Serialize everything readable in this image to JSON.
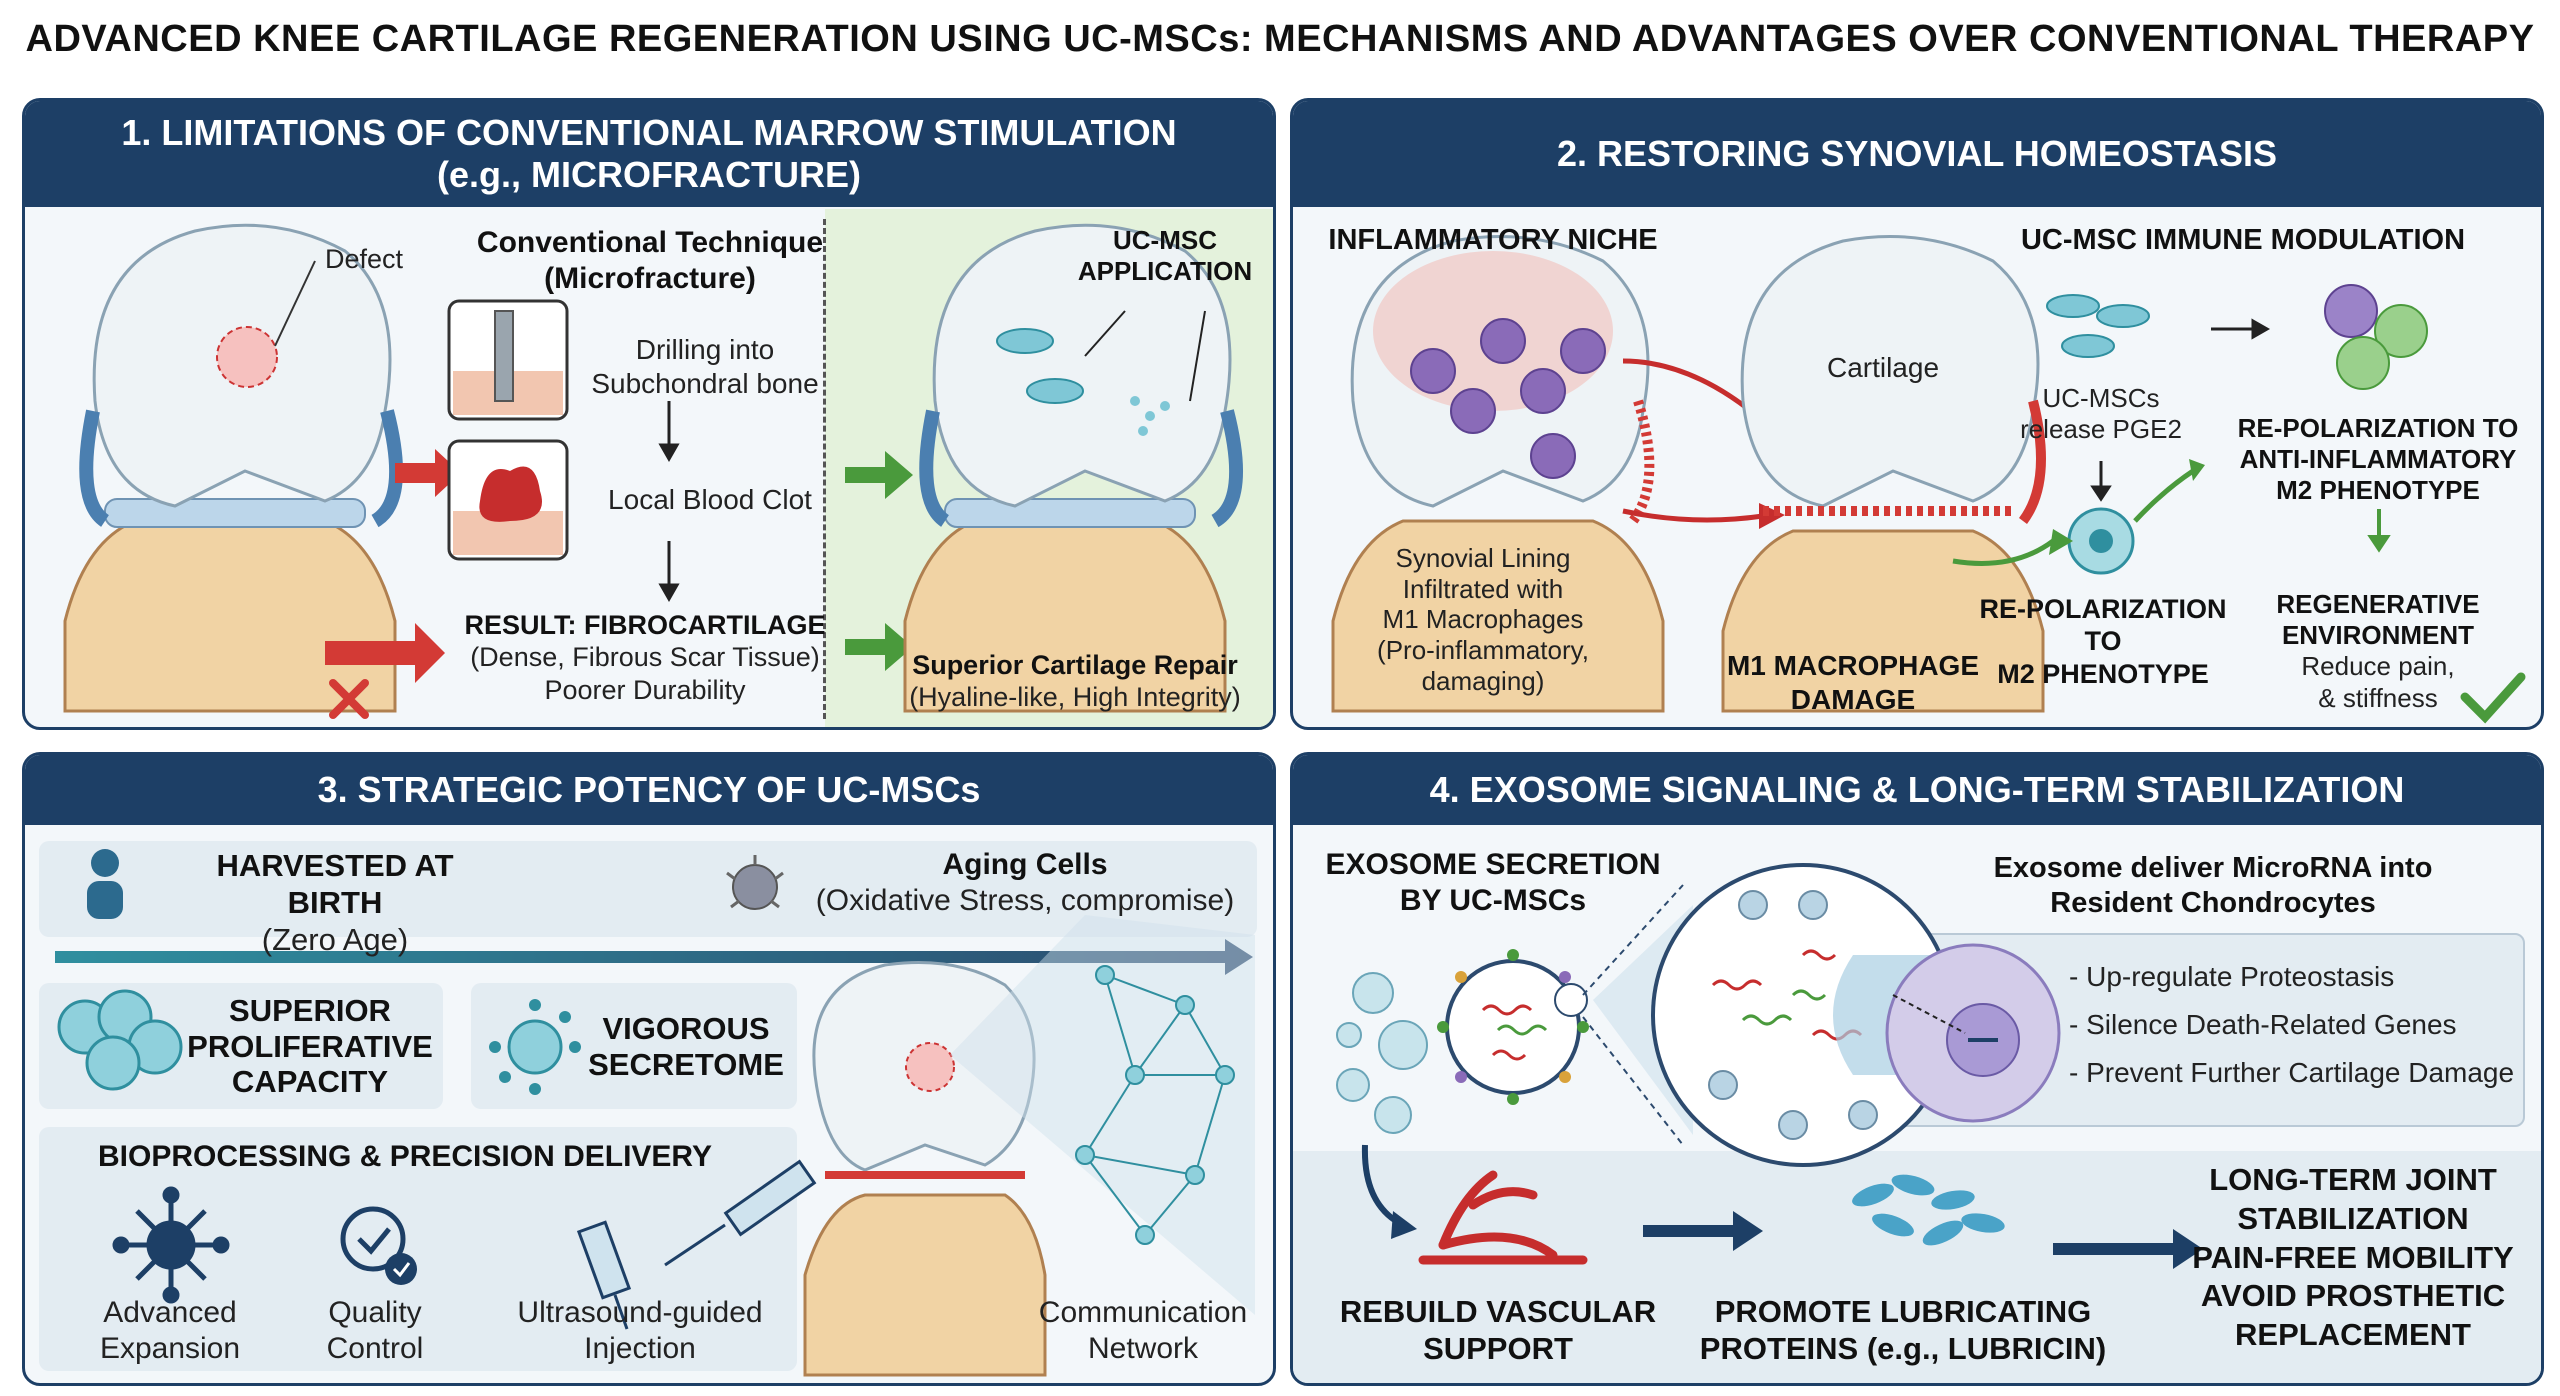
{
  "title": "ADVANCED KNEE CARTILAGE REGENERATION USING UC-MSCs: MECHANISMS AND ADVANTAGES OVER CONVENTIONAL THERAPY",
  "p1": {
    "title1": "1. LIMITATIONS OF CONVENTIONAL MARROW STIMULATION",
    "title2": "(e.g., MICROFRACTURE)",
    "defect": "Defect",
    "technique1": "Conventional Technique",
    "technique2": "(Microfracture)",
    "drill1": "Drilling into",
    "drill2": "Subchondral bone",
    "clot": "Local Blood Clot",
    "result1": "RESULT: FIBROCARTILAGE",
    "result2": "(Dense, Fibrous Scar Tissue)",
    "result3": "Poorer Durability",
    "app1": "UC-MSC",
    "app2": "APPLICATION",
    "superior1": "Superior Cartilage Repair",
    "superior2": "(Hyaline-like, High Integrity)"
  },
  "p2": {
    "title": "2. RESTORING SYNOVIAL HOMEOSTASIS",
    "niche": "INFLAMMATORY NICHE",
    "immune": "UC-MSC IMMUNE MODULATION",
    "cartilage": "Cartilage",
    "synovial": [
      "Synovial Lining",
      "Infiltrated with",
      "M1 Macrophages",
      "(Pro-inflammatory,",
      "damaging)"
    ],
    "m1a": "M1 MACROPHAGE",
    "m1b": "DAMAGE",
    "pge1": "UC-MSCs",
    "pge2": "release PGE2",
    "repol1": "RE-POLARIZATION",
    "repol2": "TO",
    "repol3": "M2 PHENOTYPE",
    "anti1": "RE-POLARIZATION TO",
    "anti2": "ANTI-INFLAMMATORY",
    "anti3": "M2 PHENOTYPE",
    "regen1": "REGENERATIVE",
    "regen2": "ENVIRONMENT",
    "regen3": "Reduce pain,",
    "regen4": "& stiffness"
  },
  "p3": {
    "title": "3. STRATEGIC POTENCY OF UC-MSCs",
    "birth1": "HARVESTED AT BIRTH",
    "birth2": "(Zero Age)",
    "aging1": "Aging Cells",
    "aging2": "(Oxidative Stress, compromise)",
    "prolif": [
      "SUPERIOR",
      "PROLIFERATIVE",
      "CAPACITY"
    ],
    "secret": [
      "VIGOROUS",
      "SECRETOME"
    ],
    "bio": "BIOPROCESSING & PRECISION DELIVERY",
    "adv1": "Advanced",
    "adv2": "Expansion",
    "qc1": "Quality",
    "qc2": "Control",
    "inj1": "Ultrasound-guided",
    "inj2": "Injection",
    "com1": "Communication",
    "com2": "Network"
  },
  "p4": {
    "title": "4. EXOSOME SIGNALING & LONG-TERM STABILIZATION",
    "exo1": "EXOSOME SECRETION",
    "exo2": "BY UC-MSCs",
    "deliver1": "Exosome deliver MicroRNA into",
    "deliver2": "Resident Chondrocytes",
    "bullets": [
      "- Up-regulate Proteostasis",
      "- Silence Death-Related Genes",
      "- Prevent Further Cartilage Damage"
    ],
    "vasc1": "REBUILD VASCULAR",
    "vasc2": "SUPPORT",
    "lub1": "PROMOTE LUBRICATING",
    "lub2": "PROTEINS (e.g., LUBRICIN)",
    "lt1": "LONG-TERM JOINT",
    "lt2": "STABILIZATION",
    "lt3": "PAIN-FREE MOBILITY",
    "lt4": "AVOID PROSTHETIC",
    "lt5": "REPLACEMENT"
  },
  "colors": {
    "navy": "#1d3f66",
    "red": "#d33a35",
    "green": "#4a9a3c",
    "teal": "#2f8f9f"
  }
}
